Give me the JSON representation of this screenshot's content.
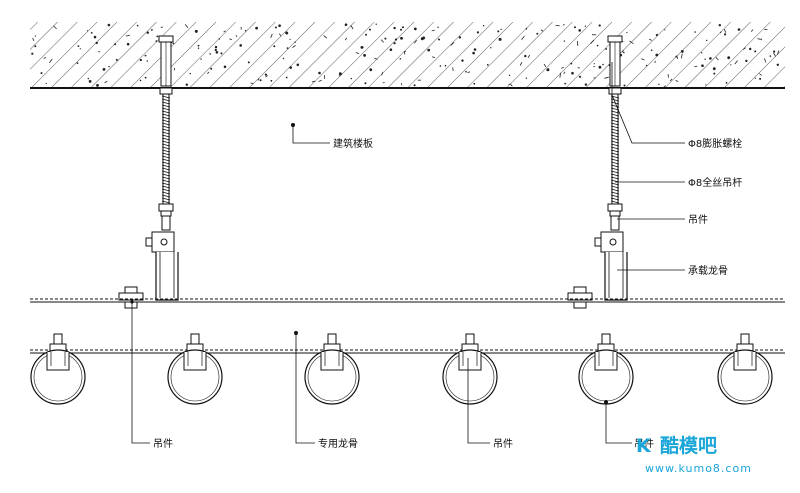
{
  "labels": {
    "slab": "建筑楼板",
    "bolt": "Φ8膨胀螺栓",
    "rod": "Φ8全丝吊杆",
    "hanger_right": "吊件",
    "main_keel": "承载龙骨",
    "hanger_bottom_left": "吊件",
    "special_keel": "专用龙骨",
    "hanger_bottom_mid": "吊件",
    "partial_bottom_right": "吊件"
  },
  "watermark": {
    "brand": "酷模吧",
    "url": "www.kumo8.com"
  },
  "colors": {
    "line": "#111111",
    "watermark": "#1aa6d8"
  }
}
